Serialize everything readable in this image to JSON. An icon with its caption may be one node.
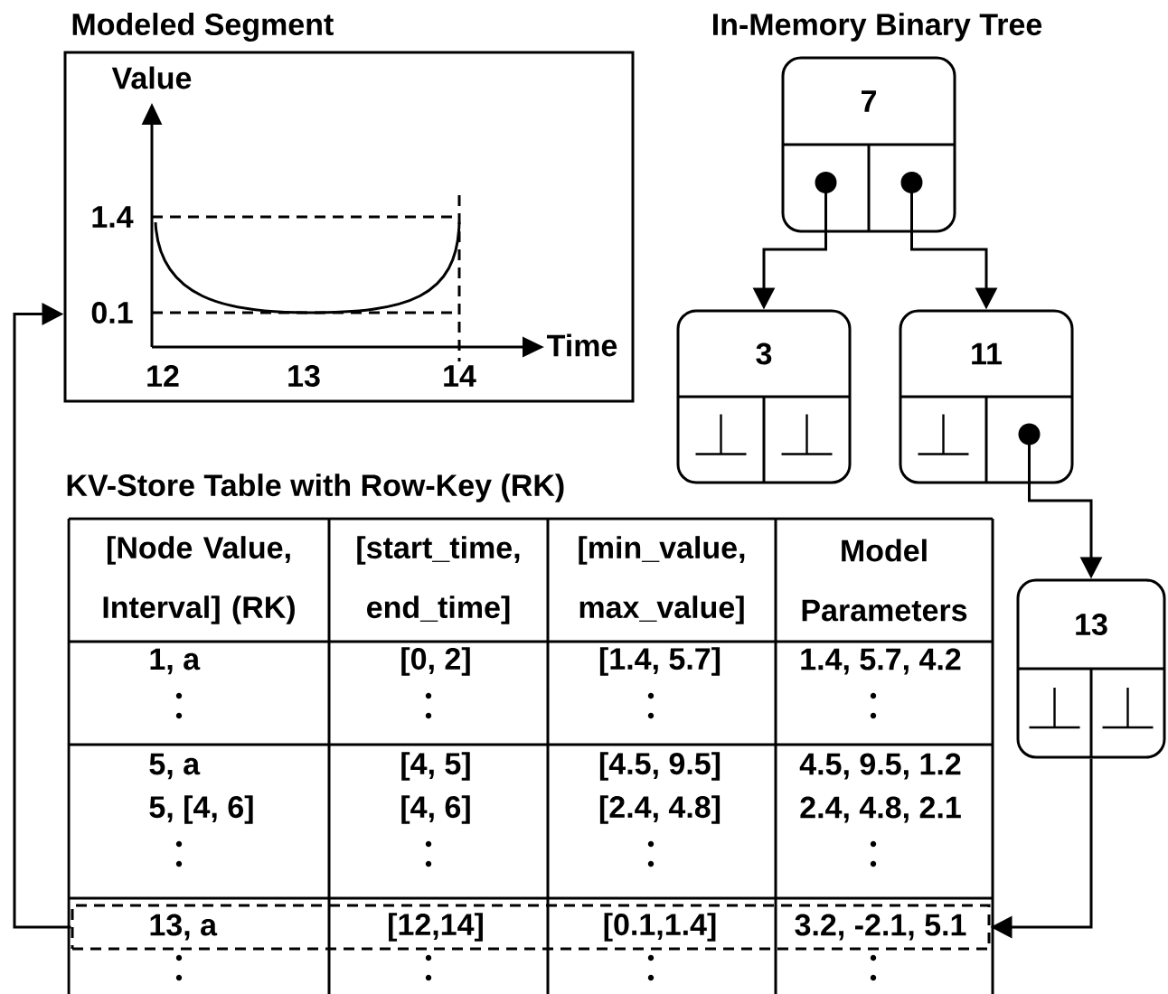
{
  "diagram": {
    "nodes": [
      {
        "text": [
          "Modeled Segment"
        ]
      },
      {
        "text": [
          "7"
        ]
      },
      {
        "text": [
          "3"
        ]
      },
      {
        "text": [
          "11"
        ]
      },
      {
        "text": [
          "13"
        ]
      },
      {
        "text": [
          "13, a",
          "[12,14]",
          "[0.1,1.4]",
          "3.2, -2.1, 5.1"
        ]
      }
    ],
    "edges": [
      {
        "from": 1,
        "to": 2,
        "arrow": "to"
      },
      {
        "from": 1,
        "to": 3,
        "arrow": "to"
      },
      {
        "from": 3,
        "to": 4,
        "arrow": "to"
      },
      {
        "from": 4,
        "to": 5,
        "arrow": "to"
      },
      {
        "from": 5,
        "to": 0,
        "arrow": "to"
      }
    ],
    "labels": [
      "In-Memory Binary Tree",
      "Value",
      "1.4",
      "0.1",
      "Time",
      "12",
      "13",
      "14",
      "KV-Store Table with Row-Key (RK)",
      "[Node Value, Interval] (RK)",
      "[start_time, end_time]",
      "[min_value, max_value]",
      "Model Parameters",
      "1, a",
      "[0, 2]",
      "[1.4, 5.7]",
      "1.4, 5.7, 4.2",
      "5, a",
      "[4, 5]",
      "[4.5, 9.5]",
      "4.5, 9.5, 1.2",
      "5, [4, 6]",
      "[4, 6]",
      "[2.4, 4.8]",
      "2.4, 4.8, 2.1"
    ]
  }
}
